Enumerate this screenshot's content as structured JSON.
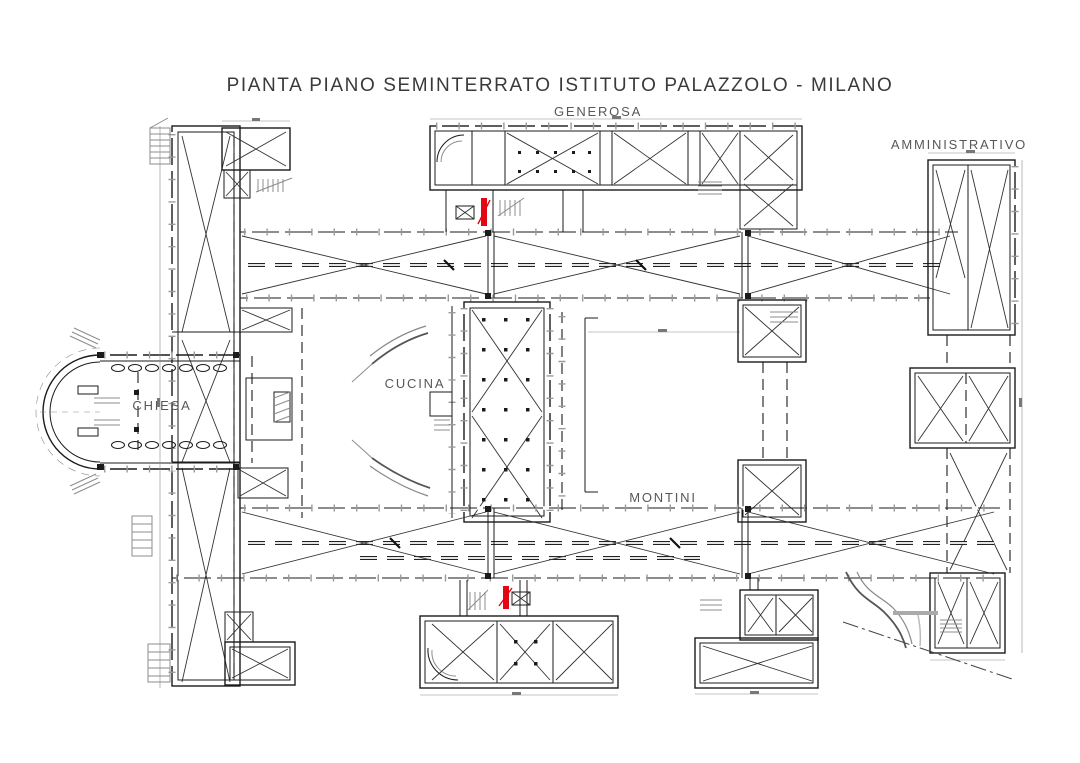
{
  "title": "PIANTA PIANO SEMINTERRATO ISTITUTO PALAZZOLO - MILANO",
  "area_labels": {
    "generosa": "GENEROSA",
    "amministrativo": "AMMINISTRATIVO",
    "chiesa": "CHIESA",
    "cucina": "CUCINA",
    "montini": "MONTINI"
  },
  "colors": {
    "line": "#1b1b1b",
    "secondary": "#9a9a9a",
    "highlight_red": "#e30613",
    "background": "#ffffff"
  }
}
